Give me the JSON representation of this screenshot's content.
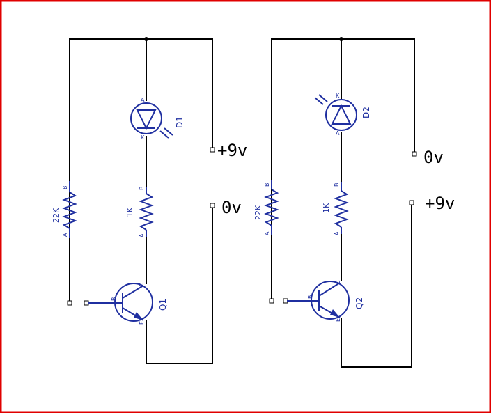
{
  "colors": {
    "frame": "#e00000",
    "wire": "#000000",
    "component": "#1f2fa0"
  },
  "circuits": [
    {
      "led": {
        "refdes": "D1",
        "pin_top": "A",
        "pin_bottom": "K"
      },
      "resistor_base": {
        "value": "22K",
        "pin_top": "B",
        "pin_bottom": "A"
      },
      "resistor_led": {
        "value": "1K",
        "pin_top": "B",
        "pin_bottom": "A"
      },
      "transistor": {
        "refdes": "Q1",
        "pin_c": "C",
        "pin_b": "B",
        "pin_e": "E"
      },
      "supply_top": "+9v",
      "supply_bottom": "0v"
    },
    {
      "led": {
        "refdes": "D2",
        "pin_top": "K",
        "pin_bottom": "A"
      },
      "resistor_base": {
        "value": "22K",
        "pin_top": "B",
        "pin_bottom": "A"
      },
      "resistor_led": {
        "value": "1K",
        "pin_top": "B",
        "pin_bottom": "A"
      },
      "transistor": {
        "refdes": "Q2",
        "pin_c": "C",
        "pin_b": "B",
        "pin_e": "E"
      },
      "supply_top": "0v",
      "supply_bottom": "+9v"
    }
  ]
}
